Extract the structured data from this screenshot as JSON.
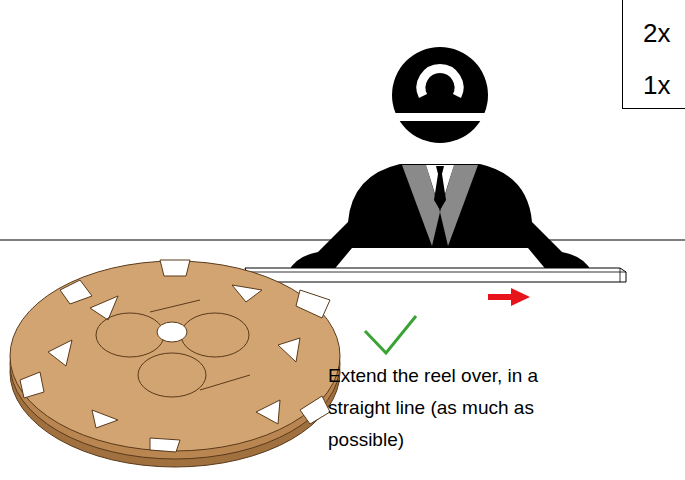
{
  "diagram": {
    "nodes": [
      {
        "text": [
          "2x",
          "1x"
        ]
      }
    ],
    "labels": [
      "Extend the reel over, in a straight line (as much as possible)"
    ]
  }
}
